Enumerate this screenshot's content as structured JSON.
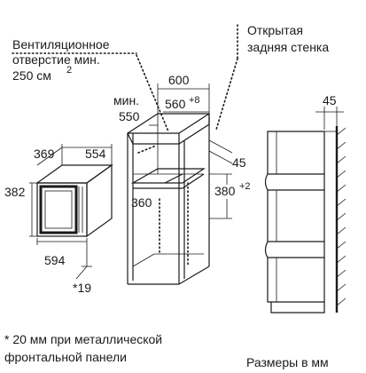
{
  "labels": {
    "vent_line1": "Вентиляционное",
    "vent_line2": "отверстие мин.",
    "vent_line3": "250 см",
    "vent_sup": "2",
    "back_line1": "Открытая",
    "back_line2": "задняя стенка",
    "dim_600": "600",
    "dim_min": "мин.",
    "dim_550": "550",
    "dim_560": "560",
    "dim_560_sup": "+8",
    "dim_369": "369",
    "dim_554": "554",
    "dim_382": "382",
    "dim_594": "594",
    "dim_19": "*19",
    "dim_45_side": "45",
    "dim_380": "380",
    "dim_380_sup": "+2",
    "dim_360": "360",
    "dim_45_right": "45",
    "footnote_line1": "* 20 мм при металлической",
    "footnote_line2": "фронтальной панели",
    "units_note": "Размеры в мм"
  }
}
